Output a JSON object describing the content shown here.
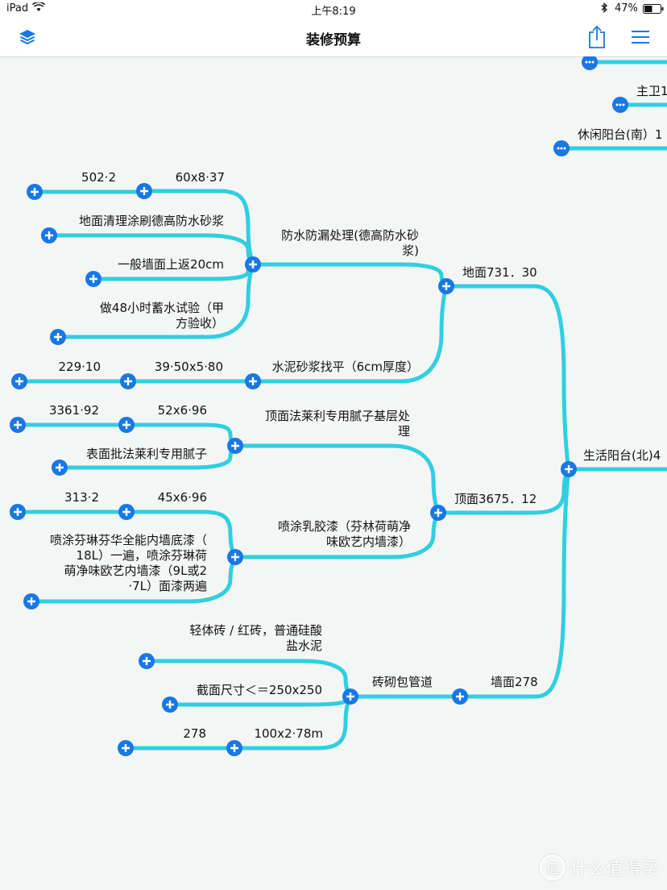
{
  "status_bar": {
    "device": "iPad",
    "time": "上午8:19",
    "battery": "47%"
  },
  "nav": {
    "title": "装修预算"
  },
  "mind_map": {
    "nodes": [
      {
        "id": "n_top",
        "text": ""
      },
      {
        "id": "n_zhuwei",
        "text": "主卫1"
      },
      {
        "id": "n_xiuxian",
        "text": "休闲阳台(南）1"
      },
      {
        "id": "n_root",
        "text": "生活阳台(北)4"
      },
      {
        "id": "n_dimian",
        "text": "地面731．30"
      },
      {
        "id": "n_fangshui",
        "text": "防水防漏处理(德高防水砂浆)"
      },
      {
        "id": "n_6028",
        "text": "60x8·37"
      },
      {
        "id": "n_5022",
        "text": "502·2"
      },
      {
        "id": "n_qingli",
        "text": "地面清理涂刷德高防水砂浆"
      },
      {
        "id": "n_shangfan",
        "text": "一般墙面上返20cm"
      },
      {
        "id": "n_xushui",
        "text": "做48小时蓄水试验（甲方验收）"
      },
      {
        "id": "n_zhaoping",
        "text": "水泥砂浆找平（6cm厚度）"
      },
      {
        "id": "n_3950",
        "text": "39·50x5·80"
      },
      {
        "id": "n_22910",
        "text": "229·10"
      },
      {
        "id": "n_dingmian",
        "text": "顶面3675．12"
      },
      {
        "id": "n_nizi",
        "text": "顶面法莱利专用腻子基层处理"
      },
      {
        "id": "n_52x6",
        "text": "52x6·96"
      },
      {
        "id": "n_3361",
        "text": "3361·92"
      },
      {
        "id": "n_biaomian",
        "text": "表面批法莱利专用腻子"
      },
      {
        "id": "n_rujiao",
        "text": "喷涂乳胶漆（芬林荷萌净味欧艺内墙漆）"
      },
      {
        "id": "n_45x6",
        "text": "45x6·96"
      },
      {
        "id": "n_3132",
        "text": "313·2"
      },
      {
        "id": "n_dici",
        "text": "喷涂芬琳芬华全能内墙底漆（18L）一遍，喷涂芬琳荷萌净味欧艺内墙漆（9L或2·7L）面漆两遍"
      },
      {
        "id": "n_qiangmian",
        "text": "墙面278"
      },
      {
        "id": "n_zhuanqi",
        "text": "砖砌包管道"
      },
      {
        "id": "n_qingti",
        "text": "轻体砖 / 红砖，普通硅酸盐水泥"
      },
      {
        "id": "n_jiemian",
        "text": "截面尺寸＜＝250x250"
      },
      {
        "id": "n_100x2",
        "text": "100x2·78m"
      },
      {
        "id": "n_278",
        "text": "278"
      }
    ],
    "edges": [
      [
        "n_root",
        "n_dimian"
      ],
      [
        "n_root",
        "n_dingmian"
      ],
      [
        "n_root",
        "n_qiangmian"
      ],
      [
        "n_dimian",
        "n_fangshui"
      ],
      [
        "n_dimian",
        "n_zhaoping"
      ],
      [
        "n_fangshui",
        "n_6028"
      ],
      [
        "n_fangshui",
        "n_qingli"
      ],
      [
        "n_fangshui",
        "n_shangfan"
      ],
      [
        "n_fangshui",
        "n_xushui"
      ],
      [
        "n_6028",
        "n_5022"
      ],
      [
        "n_zhaoping",
        "n_3950"
      ],
      [
        "n_3950",
        "n_22910"
      ],
      [
        "n_dingmian",
        "n_nizi"
      ],
      [
        "n_dingmian",
        "n_rujiao"
      ],
      [
        "n_nizi",
        "n_52x6"
      ],
      [
        "n_nizi",
        "n_biaomian"
      ],
      [
        "n_52x6",
        "n_3361"
      ],
      [
        "n_rujiao",
        "n_45x6"
      ],
      [
        "n_rujiao",
        "n_dici"
      ],
      [
        "n_45x6",
        "n_3132"
      ],
      [
        "n_qiangmian",
        "n_zhuanqi"
      ],
      [
        "n_zhuanqi",
        "n_qingti"
      ],
      [
        "n_zhuanqi",
        "n_jiemian"
      ],
      [
        "n_zhuanqi",
        "n_100x2"
      ],
      [
        "n_100x2",
        "n_278"
      ]
    ],
    "colors": {
      "branch": "#2fcfe0",
      "handle": "#1778e6",
      "handle_icon": "#ffffff"
    }
  },
  "watermark": {
    "text": "什么值得买"
  }
}
